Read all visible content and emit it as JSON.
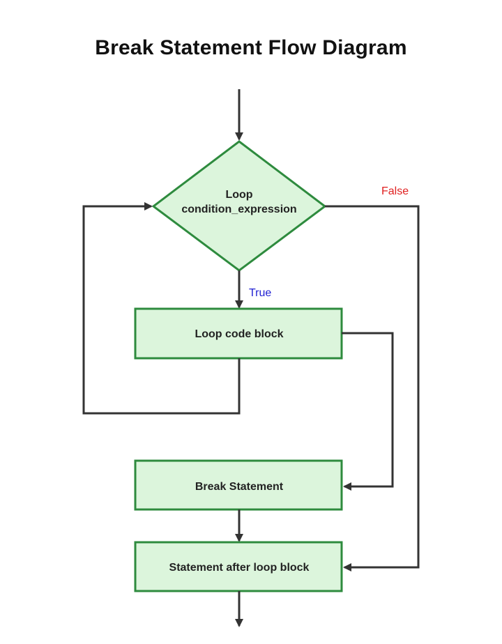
{
  "title": "Break Statement Flow Diagram",
  "nodes": {
    "condition": {
      "line1": "Loop",
      "line2": "condition_expression"
    },
    "loop_block": {
      "label": "Loop code block"
    },
    "break_statement": {
      "label": "Break Statement"
    },
    "after_loop": {
      "label": "Statement after loop block"
    }
  },
  "branches": {
    "true_label": "True",
    "false_label": "False"
  },
  "colors": {
    "node_fill": "#dcf5dc",
    "node_stroke": "#2e8b3e",
    "line": "#333333",
    "true_text": "#1e1ed2",
    "false_text": "#e02020"
  }
}
